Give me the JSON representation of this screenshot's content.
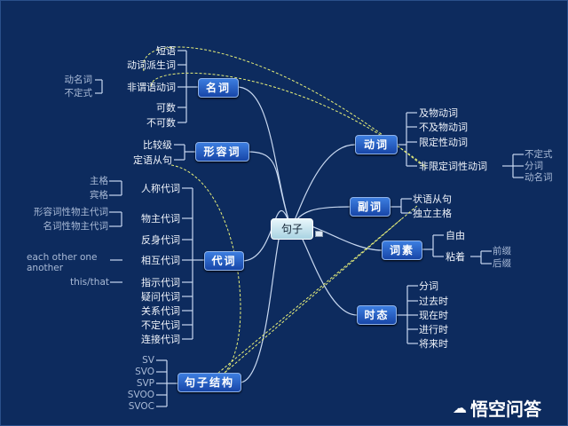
{
  "center": "句子",
  "branches": {
    "noun": {
      "label": "名词",
      "leaves": [
        "短语",
        "动词派生词",
        "非谓语动词",
        "可数",
        "不可数"
      ],
      "subs": [
        "动名词",
        "不定式"
      ]
    },
    "adjective": {
      "label": "形容词",
      "leaves": [
        "比较级",
        "定语从句"
      ]
    },
    "pronoun": {
      "label": "代词",
      "leaves": [
        "人称代词",
        "物主代词",
        "反身代词",
        "相互代词",
        "指示代词",
        "疑问代词",
        "关系代词",
        "不定代词",
        "连接代词"
      ],
      "subs": [
        "主格",
        "宾格",
        "形容词性物主代词",
        "名词性物主代词",
        "each other one",
        "another",
        "this/that"
      ]
    },
    "structure": {
      "label": "句子结构",
      "leaves": [
        "SV",
        "SVO",
        "SVP",
        "SVOO",
        "SVOC"
      ]
    },
    "verb": {
      "label": "动词",
      "leaves": [
        "及物动词",
        "不及物动词",
        "限定性动词",
        "非限定词性动词"
      ],
      "subs": [
        "不定式",
        "分词",
        "动名词"
      ]
    },
    "adverb": {
      "label": "副词",
      "leaves": [
        "状语从句",
        "独立主格"
      ]
    },
    "morpheme": {
      "label": "词素",
      "leaves": [
        "自由",
        "粘着"
      ],
      "subs": [
        "前缀",
        "后缀"
      ]
    },
    "tense": {
      "label": "时态",
      "leaves": [
        "分词",
        "过去时",
        "现在时",
        "进行时",
        "将来时"
      ]
    }
  },
  "watermark": {
    "logo": "☁",
    "text": "悟空问答"
  },
  "colors": {
    "background": "#0d2b5e",
    "node": "#2a62c8",
    "link": "#e8f07a"
  }
}
